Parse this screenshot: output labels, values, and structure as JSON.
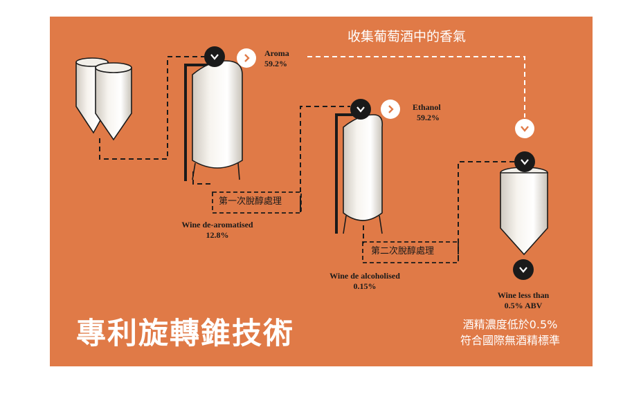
{
  "top_caption": "收集葡萄酒中的香氣",
  "aroma": {
    "name": "Aroma",
    "value": "59.2%"
  },
  "ethanol": {
    "name": "Ethanol",
    "value": "59.2%"
  },
  "stage_1_label": "第一次脫醇處理",
  "stage_2_label": "第二次脫醇處理",
  "dearomatised": {
    "name": "Wine de-aromatised",
    "value": "12.8%"
  },
  "dealcoholised": {
    "name": "Wine de alcoholised",
    "value": "0.15%"
  },
  "final_wine": {
    "line1": "Wine less than",
    "line2": "0.5% ABV"
  },
  "main_title": "專利旋轉錐技術",
  "bottom_caption": {
    "line1": "酒精濃度低於0.5%",
    "line2": "符合國際無酒精標準"
  },
  "colors": {
    "background": "#e07a47",
    "tank_fill": "#f4f1ec",
    "outline": "#1a1a1a",
    "white": "#ffffff"
  },
  "icons": {
    "down_circle": "chevron-down-icon",
    "right_circle": "chevron-right-icon"
  }
}
